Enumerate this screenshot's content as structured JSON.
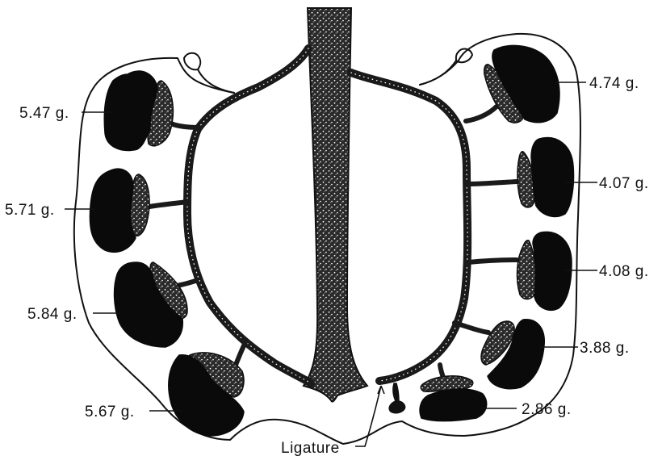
{
  "fetal_weights": {
    "left": [
      {
        "label": "5.47 g."
      },
      {
        "label": "5.71 g."
      },
      {
        "label": "5.84 g."
      },
      {
        "label": "5.67 g."
      }
    ],
    "right": [
      {
        "label": "4.74 g."
      },
      {
        "label": "4.07 g."
      },
      {
        "label": "4.08 g."
      },
      {
        "label": "3.88 g."
      },
      {
        "label": "2.86 g."
      }
    ]
  },
  "annotations": {
    "ligature_label": "Ligature"
  }
}
